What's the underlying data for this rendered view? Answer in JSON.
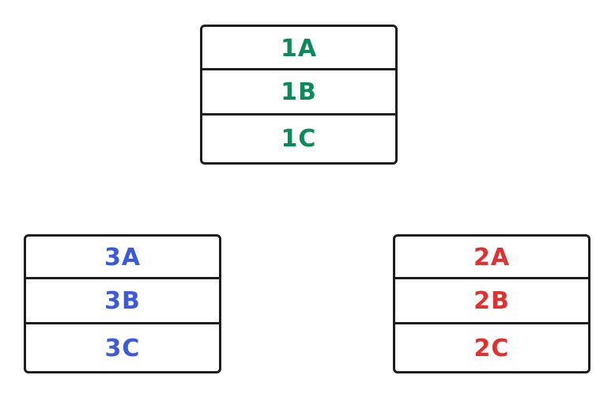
{
  "colors": {
    "stack_1": "#0c8a5a",
    "stack_2": "#e03131",
    "stack_3": "#3b5bdb",
    "stroke": "#1e1e1e"
  },
  "stacks": [
    {
      "id": "stack-1",
      "cells": [
        "1A",
        "1B",
        "1C"
      ]
    },
    {
      "id": "stack-2",
      "cells": [
        "2A",
        "2B",
        "2C"
      ]
    },
    {
      "id": "stack-3",
      "cells": [
        "3A",
        "3B",
        "3C"
      ]
    }
  ]
}
